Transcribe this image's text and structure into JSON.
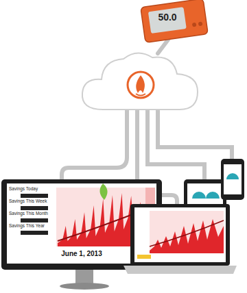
{
  "diagram": {
    "nodes": [
      {
        "text": [
          "50.0"
        ]
      },
      {
        "text": [
          "Savings Today",
          "Savings This Week",
          "Savings This Month",
          "Savings This Year",
          "June 1, 2013"
        ]
      }
    ]
  }
}
